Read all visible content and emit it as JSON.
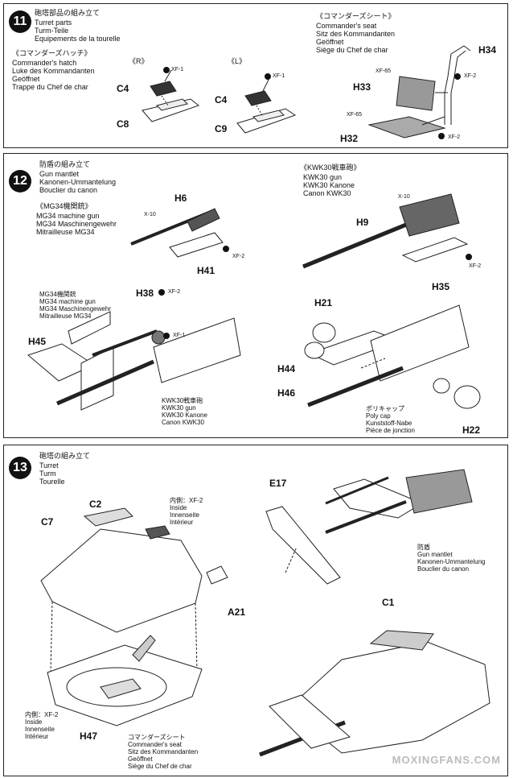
{
  "step11": {
    "number": "11",
    "title_jp": "砲塔部品の組み立て",
    "title_lines": [
      "Turret parts",
      "Turm-Teile",
      "Equipements de la tourelle"
    ],
    "hatch": {
      "jp": "《コマンダーズハッチ》",
      "lines": [
        "Commander's hatch",
        "Luke des Kommandanten",
        "Geöffnet",
        "Trappe du Chef de char"
      ]
    },
    "seat": {
      "jp": "《コマンダーズシート》",
      "lines": [
        "Commander's seat",
        "Sitz des Kommandanten",
        "Geöffnet",
        "Siège du Chef de char"
      ]
    },
    "side_r": "《R》",
    "side_l": "《L》",
    "parts": {
      "C4": "C4",
      "C8": "C8",
      "C9": "C9",
      "H32": "H32",
      "H33": "H33",
      "H34": "H34"
    },
    "paints": {
      "xf1": "XF-1",
      "xf2": "XF-2",
      "xf65": "XF-65"
    }
  },
  "step12": {
    "number": "12",
    "title_jp": "防盾の組み立て",
    "title_lines": [
      "Gun mantlet",
      "Kanonen-Ummantelung",
      "Bouclier du canon"
    ],
    "mg34": {
      "jp": "《MG34機関銃》",
      "lines": [
        "MG34 machine gun",
        "MG34 Maschinengewehr",
        "Mitrailleuse MG34"
      ]
    },
    "kwk": {
      "jp": "《KWK30戦車砲》",
      "lines": [
        "KWK30 gun",
        "KWK30 Kanone",
        "Canon KWK30"
      ]
    },
    "mg34b": {
      "lines": [
        "MG34機関銃",
        "MG34 machine gun",
        "MG34 Maschinengewehr",
        "Mitrailleuse MG34"
      ]
    },
    "kwkb": {
      "lines": [
        "KWK30戦車砲",
        "KWK30 gun",
        "KWK30 Kanone",
        "Canon KWK30"
      ]
    },
    "polycap": {
      "lines": [
        "ポリキャップ",
        "Poly cap",
        "Kunststoff-Nabe",
        "Pièce de jonction"
      ]
    },
    "parts": {
      "H6": "H6",
      "H41": "H41",
      "H9": "H9",
      "H35": "H35",
      "H38": "H38",
      "H45": "H45",
      "H21": "H21",
      "H44": "H44",
      "H46": "H46",
      "H22": "H22"
    },
    "paints": {
      "x10": "X-10",
      "xf1": "XF-1",
      "xf2": "XF-2"
    }
  },
  "step13": {
    "number": "13",
    "title_jp": "砲塔の組み立て",
    "title_lines": [
      "Turret",
      "Turm",
      "Tourelle"
    ],
    "inside1": {
      "lines": [
        "内側：XF-2",
        "Inside",
        "Innenseite",
        "Intérieur"
      ]
    },
    "inside2": {
      "lines": [
        "内側：XF-2",
        "Inside",
        "Innenseite",
        "Intérieur"
      ]
    },
    "seat": {
      "lines": [
        "コマンダーズシート",
        "Commander's seat",
        "Sitz des Kommandanten",
        "Geöffnet",
        "Siège du Chef de char"
      ]
    },
    "mantlet": {
      "lines": [
        "防盾",
        "Gun mantlet",
        "Kanonen-Ummantelung",
        "Bouclier du canon"
      ]
    },
    "parts": {
      "C2": "C2",
      "C7": "C7",
      "A21": "A21",
      "H47": "H47",
      "E17": "E17",
      "C1": "C1"
    }
  },
  "watermark": "MOXINGFANS.COM"
}
